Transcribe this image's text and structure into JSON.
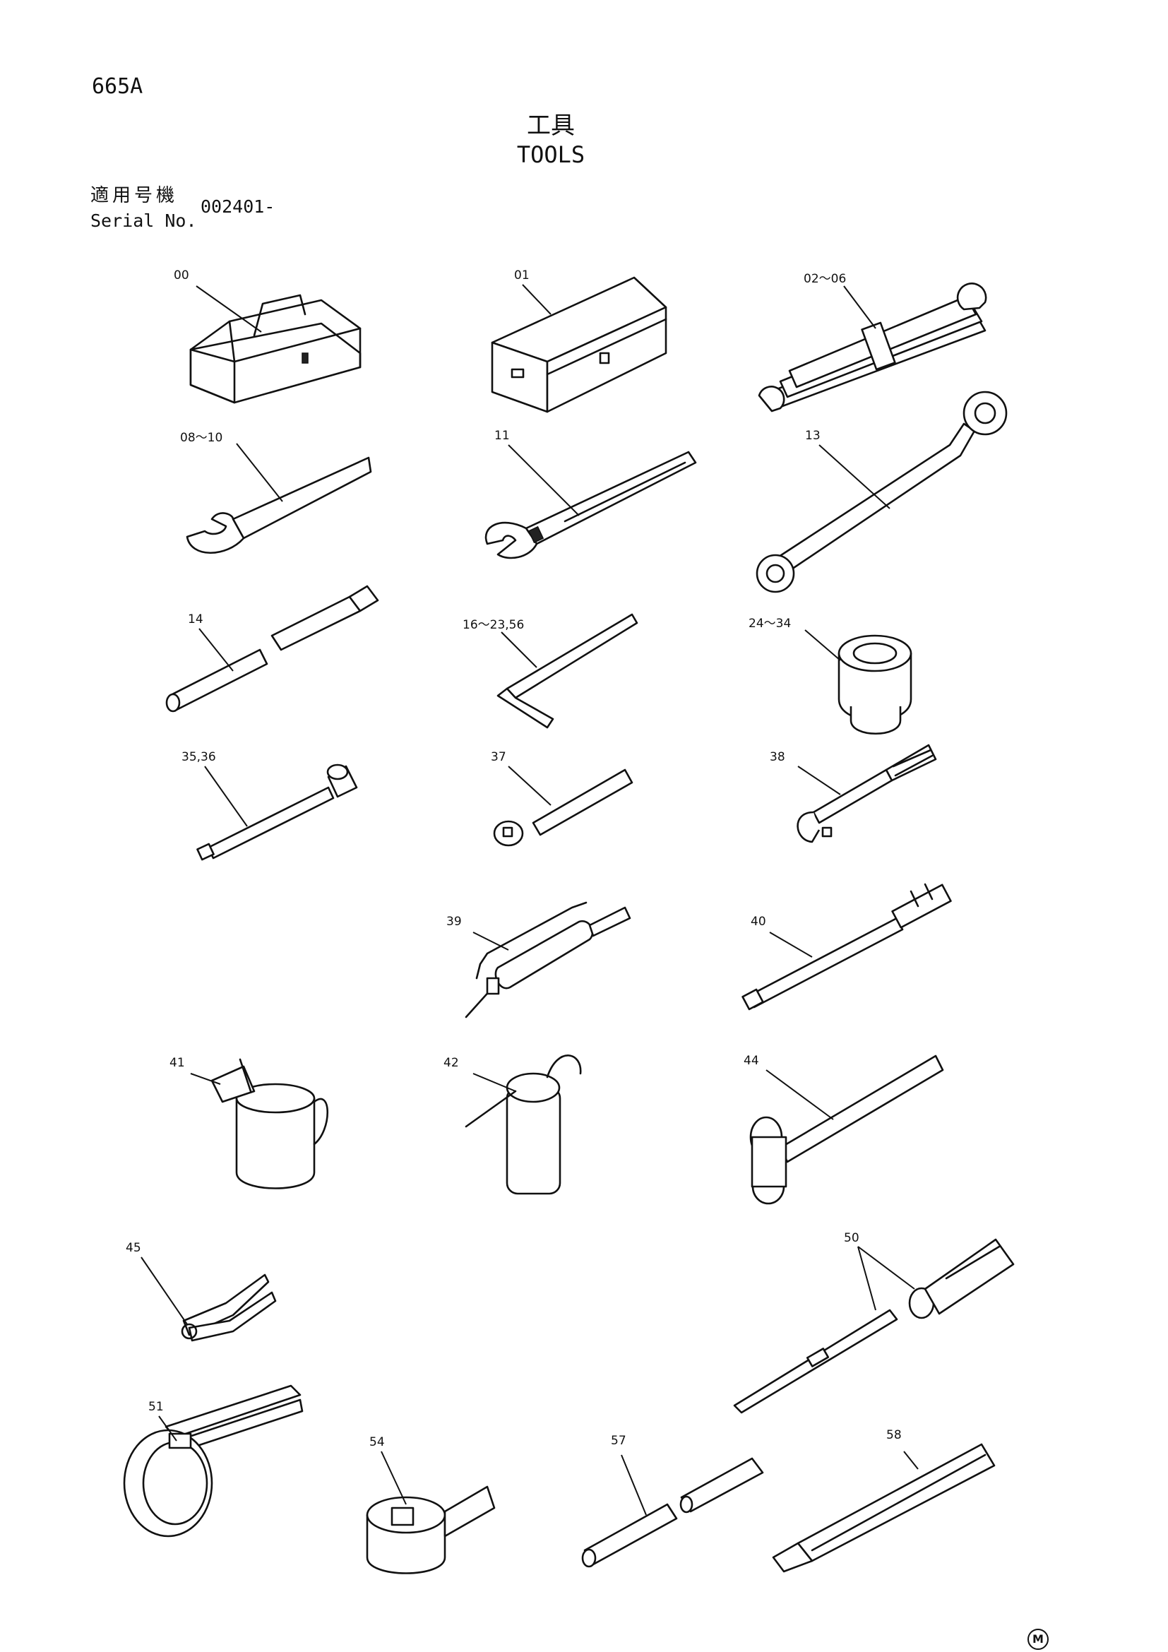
{
  "header": {
    "page_code": "665A",
    "title_jp": "工具",
    "title_en": "TOOLS",
    "applicable_jp": "適用号機",
    "serial_label": "Serial No.",
    "serial_value": "002401-"
  },
  "parts": [
    {
      "id": "toolbox",
      "label": "00"
    },
    {
      "id": "tool-case",
      "label": "01"
    },
    {
      "id": "wrench-set",
      "label": "02～06"
    },
    {
      "id": "spanner",
      "label": "08～10"
    },
    {
      "id": "adjustable-wrench",
      "label": "11"
    },
    {
      "id": "box-wrench",
      "label": "13"
    },
    {
      "id": "bar",
      "label": "14"
    },
    {
      "id": "hex-key",
      "label": "16～23,56"
    },
    {
      "id": "socket",
      "label": "24～34"
    },
    {
      "id": "extension-bar",
      "label": "35,36"
    },
    {
      "id": "ratchet-handle",
      "label": "37"
    },
    {
      "id": "l-handle",
      "label": "38"
    },
    {
      "id": "grease-gun",
      "label": "39"
    },
    {
      "id": "torque-wrench",
      "label": "40"
    },
    {
      "id": "oil-jug",
      "label": "41"
    },
    {
      "id": "oil-can",
      "label": "42"
    },
    {
      "id": "hammer",
      "label": "44"
    },
    {
      "id": "pliers",
      "label": "45"
    },
    {
      "id": "screwdriver-set",
      "label": "50"
    },
    {
      "id": "filter-wrench",
      "label": "51"
    },
    {
      "id": "socket-adapter",
      "label": "54"
    },
    {
      "id": "pipe",
      "label": "57"
    },
    {
      "id": "chisel",
      "label": "58"
    }
  ],
  "footer": {
    "mark": "M"
  }
}
